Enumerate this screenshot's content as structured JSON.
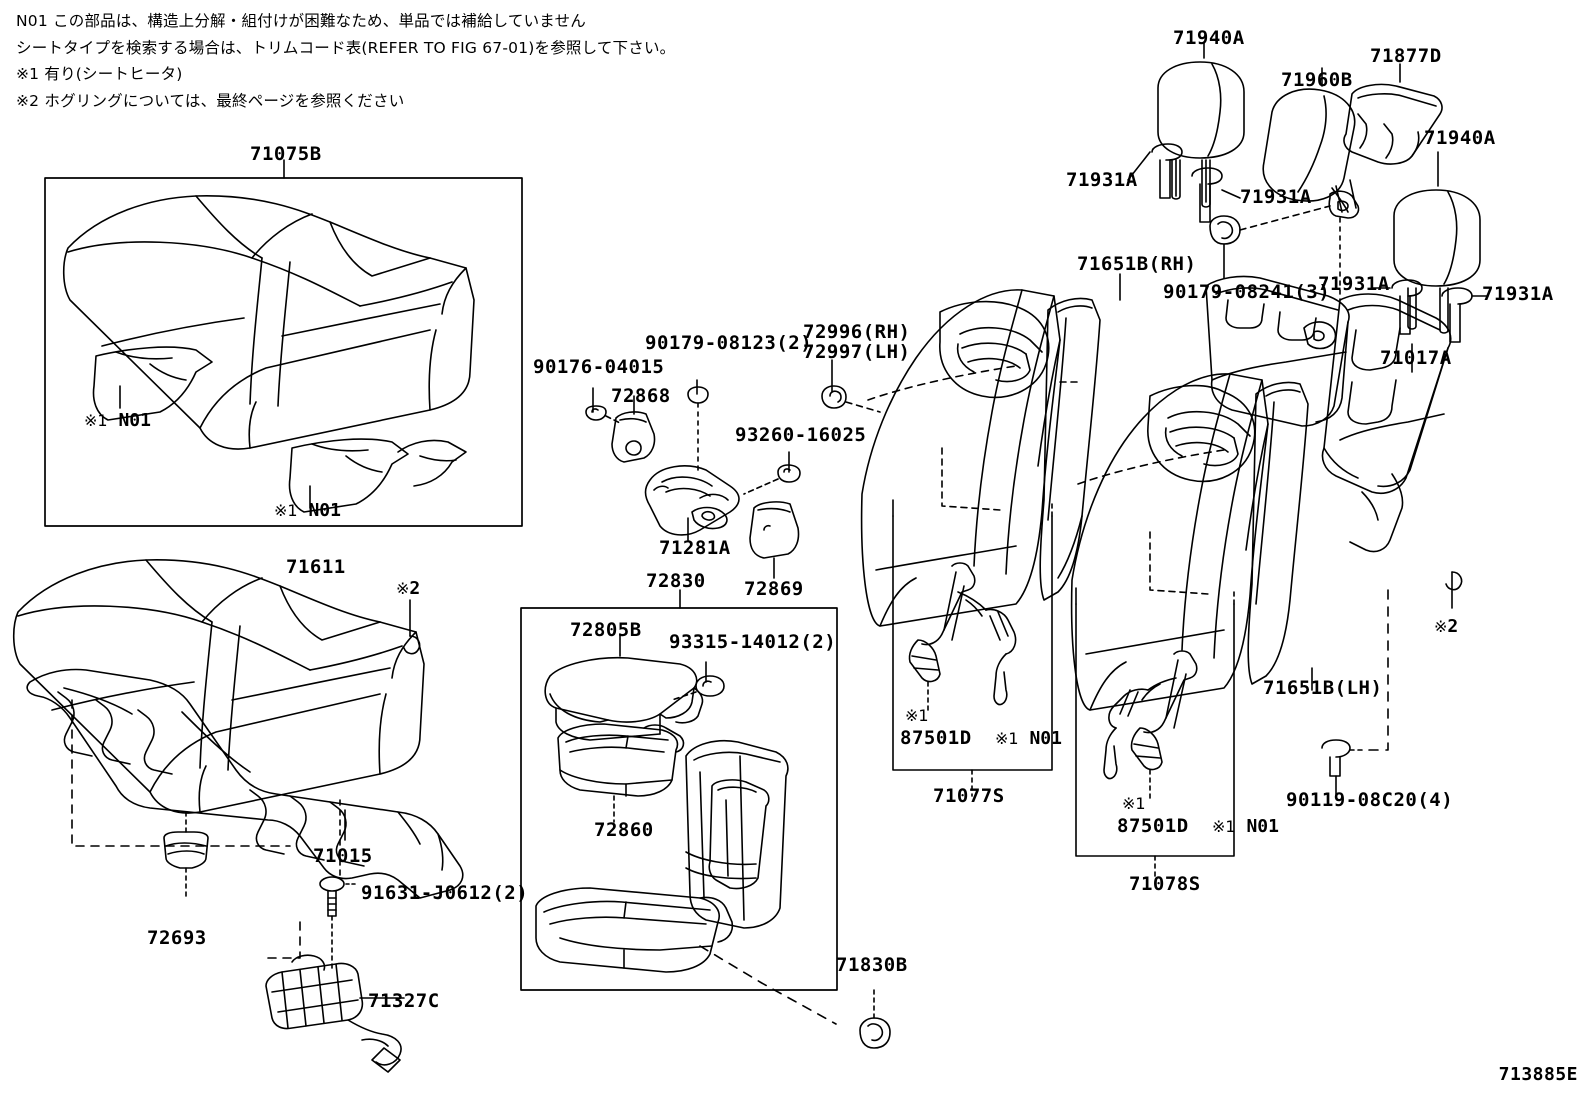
{
  "diagram": {
    "id": "713885E",
    "title_group": "rear seat & seat track",
    "notes": [
      "N01 この部品は、構造上分解・組付けが困難なため、単品では補給していません",
      "シートタイプを検索する場合は、トリムコード表(REFER TO FIG 67-01)を参照して下さい。",
      "※1 有り(シートヒータ)",
      "※2  ホグリングについては、最終ページを参照ください"
    ],
    "line_color": "#000000",
    "background": "#ffffff"
  },
  "labels": {
    "cushion_cover": "71075B",
    "cushion_cover_note_1": "N01",
    "cushion_cover_note_2": "N01",
    "cushion_pad": "71611",
    "hog_ring_left": "2",
    "cushion_frame": "71015",
    "clip_72693": "72693",
    "bolt_91631": "91631-J0612(2)",
    "heater_71327C": "71327C",
    "bolt_90176": "90176-04015",
    "cover_72868": "72868",
    "bolt_90179_08123": "90179-08123(2)",
    "hinge_71281A": "71281A",
    "nut_93260": "93260-16025",
    "cover_72869": "72869",
    "armrest_box": "72830",
    "armrest_lid": "72805B",
    "screw_93315": "93315-14012(2)",
    "armrest_tray": "72860",
    "armrest_hinge_71830B": "71830B",
    "striker_rh": "72996(RH)",
    "striker_lh": "72997(LH)",
    "headrest_left": "71940A",
    "headrest_center": "71960B",
    "headrest_guide_71877D": "71877D",
    "headrest_right": "71940A",
    "support_71931A_1": "71931A",
    "support_71931A_2": "71931A",
    "support_71931A_3": "71931A",
    "support_71931A_4": "71931A",
    "bolt_90179_08241": "90179-08241(3)",
    "seatback_rh": "71651B(RH)",
    "seatback_lh": "71651B(LH)",
    "back_board_71017A": "71017A",
    "hog_ring_right": "2",
    "belt_87501D_left": "87501D",
    "belt_note_left": "N01",
    "belt_bracket_left": "71077S",
    "belt_87501D_right": "87501D",
    "belt_note_right": "N01",
    "belt_bracket_right": "71078S",
    "bolt_90119": "90119-08C20(4)"
  },
  "markers": {
    "kome1": "※1",
    "kome2": "※2"
  }
}
